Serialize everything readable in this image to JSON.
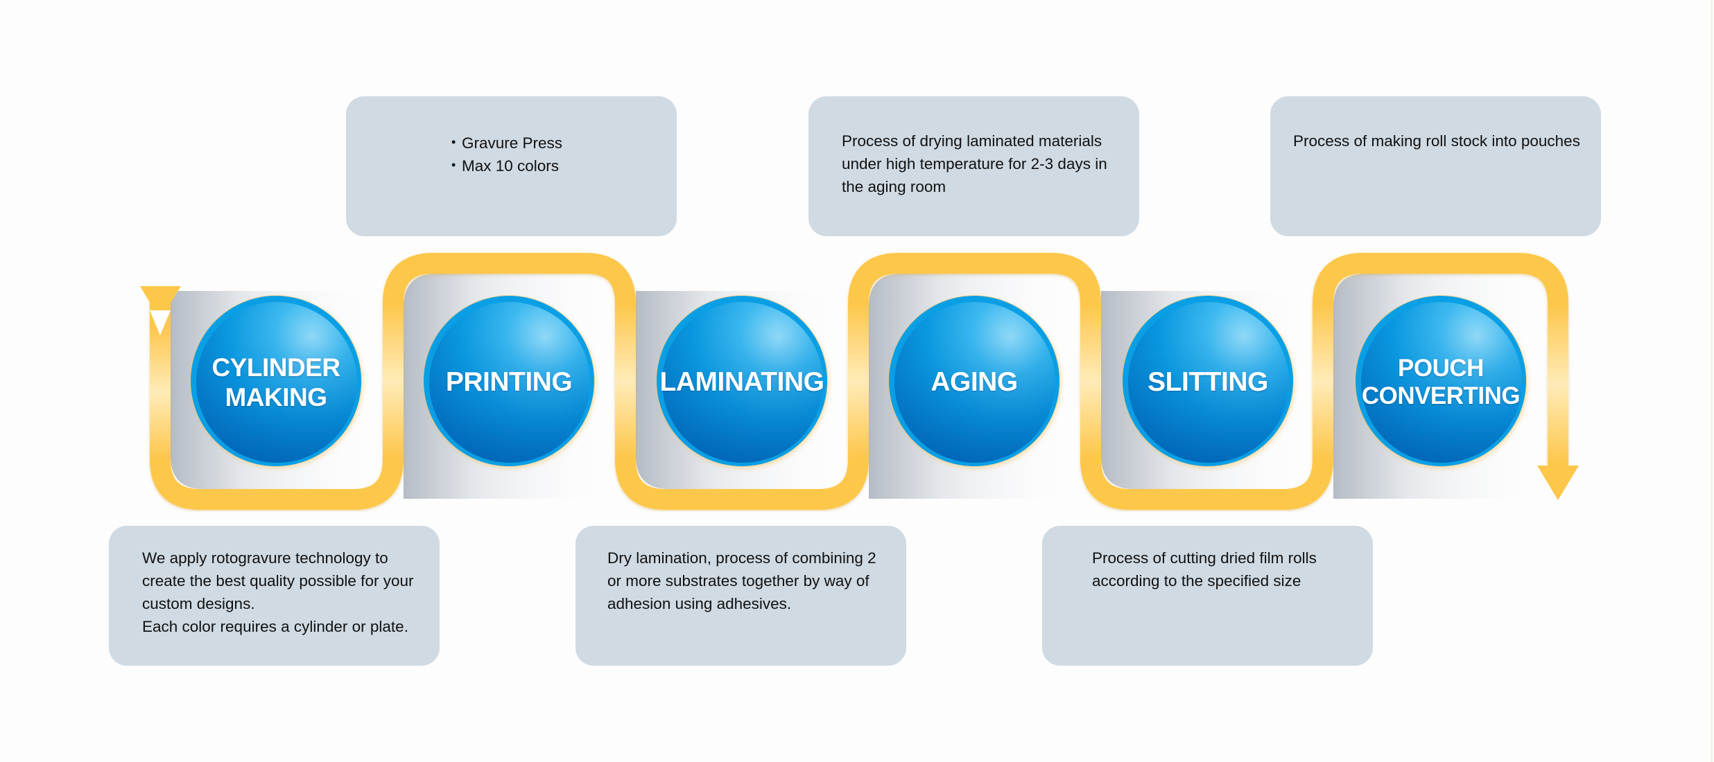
{
  "title": "Flexible packaging production process",
  "colors": {
    "pipe": "#fdc74a",
    "pipe_highlight": "#ffeab5",
    "circle_light": "#86d6f8",
    "circle_mid": "#0aa0e6",
    "circle_dark": "#0066ba",
    "box_bg": "#d0dae2",
    "text": "#111111"
  },
  "flow": {
    "start_icon": "down-arrow-start-icon",
    "end_icon": "down-arrow-end-icon"
  },
  "steps": [
    {
      "id": "cylinder-making",
      "label": "CYLINDER\nMAKING"
    },
    {
      "id": "printing",
      "label": "PRINTING"
    },
    {
      "id": "laminating",
      "label": "LAMINATING"
    },
    {
      "id": "aging",
      "label": "AGING"
    },
    {
      "id": "slitting",
      "label": "SLITTING"
    },
    {
      "id": "pouch-converting",
      "label": "POUCH\nCONVERTING"
    }
  ],
  "descriptions": {
    "cylinder_making": "We apply rotogravure technology to\ncreate the best quality possible for your\ncustom designs.\nEach color requires a cylinder or plate.",
    "printing": [
      "Gravure Press",
      "Max 10 colors"
    ],
    "laminating": "Dry lamination, process of combining 2\nor more substrates together by way of\nadhesion using adhesives.",
    "aging": "Process of drying laminated materials\nunder high temperature for 2-3 days in\nthe aging room",
    "slitting": "Process of cutting dried film rolls\naccording to the specified size",
    "pouch_converting": "Process of making roll stock into pouches"
  }
}
